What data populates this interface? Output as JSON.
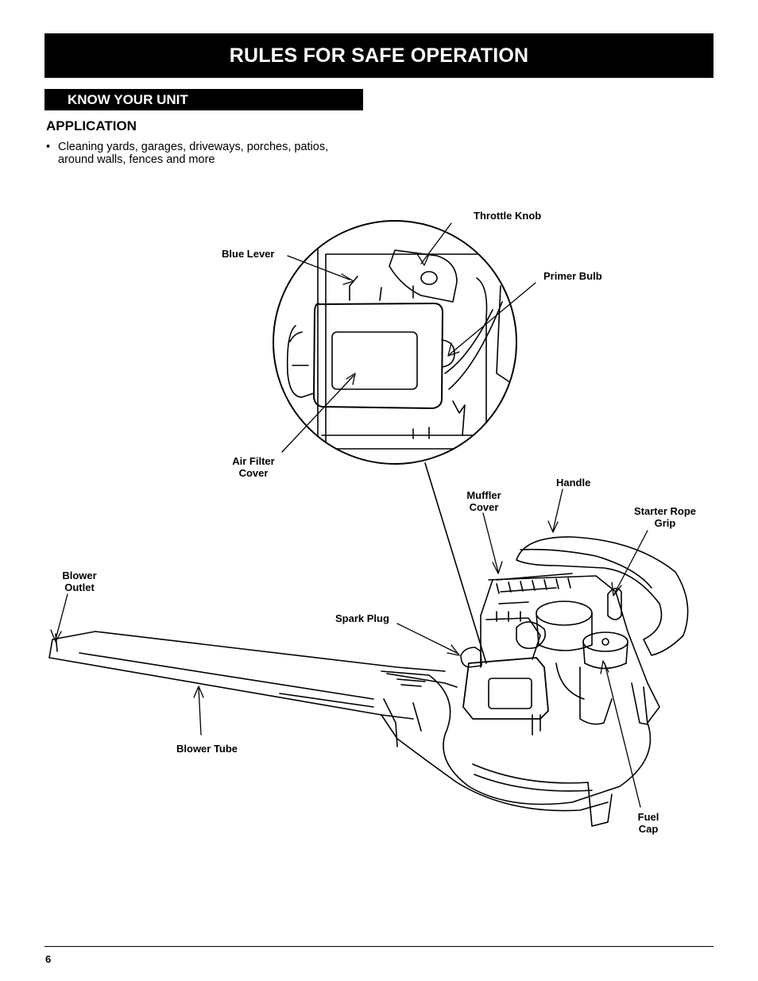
{
  "header": {
    "title": "RULES FOR SAFE OPERATION"
  },
  "section": {
    "title": "KNOW YOUR UNIT"
  },
  "application": {
    "heading": "APPLICATION",
    "bullet_symbol": "•",
    "bullets": [
      "Cleaning yards, garages, driveways, porches, patios, around walls, fences and more"
    ]
  },
  "diagram": {
    "labels": {
      "throttle_knob": "Throttle Knob",
      "blue_lever": "Blue Lever",
      "primer_bulb": "Primer Bulb",
      "air_filter_cover": [
        "Air Filter",
        "Cover"
      ],
      "muffler_cover": [
        "Muffler",
        "Cover"
      ],
      "handle": "Handle",
      "starter_rope_grip": [
        "Starter Rope",
        "Grip"
      ],
      "blower_outlet": [
        "Blower",
        "Outlet"
      ],
      "spark_plug": "Spark Plug",
      "blower_tube": "Blower Tube",
      "fuel_cap": [
        "Fuel",
        "Cap"
      ]
    }
  },
  "footer": {
    "page_number": "6"
  }
}
